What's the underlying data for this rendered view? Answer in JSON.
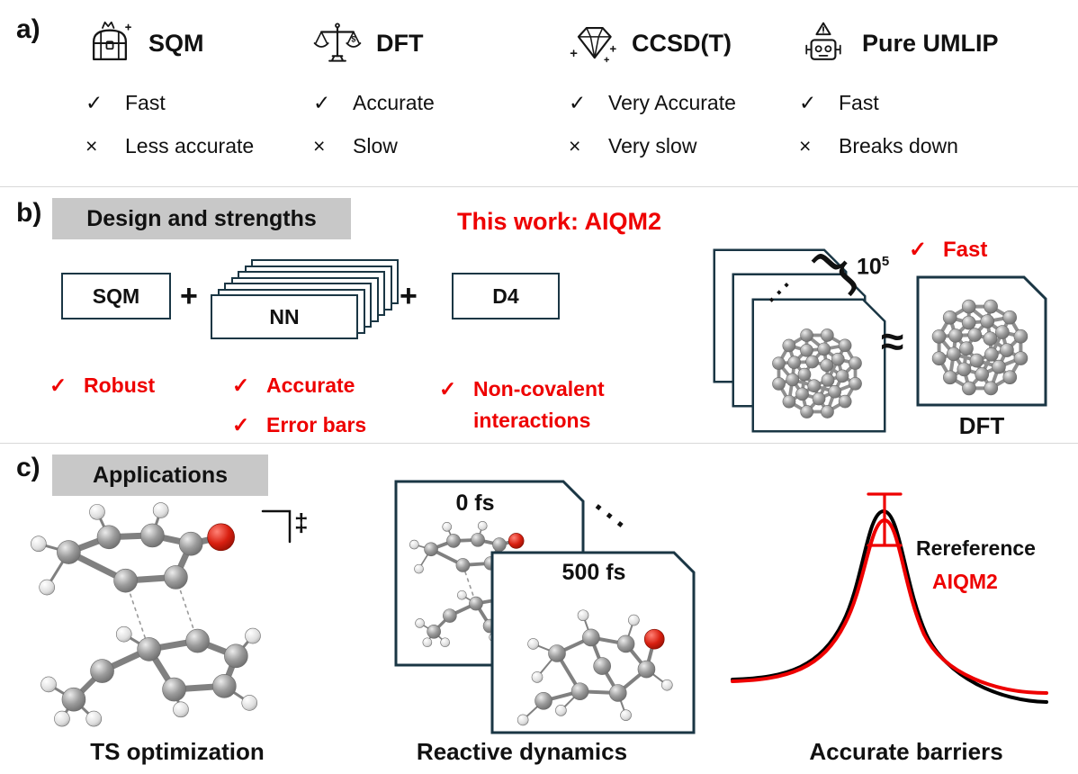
{
  "colors": {
    "accent_red": "#ee0000",
    "card_navy": "#1a3644",
    "header_gray": "#c8c8c8"
  },
  "section_a": {
    "label": "a)",
    "check": "✓",
    "cross": "×",
    "methods": [
      {
        "name": "SQM",
        "icon": "treasure-chest-icon",
        "pro": "Fast",
        "con": "Less accurate"
      },
      {
        "name": "DFT",
        "icon": "balance-scale-icon",
        "pro": "Accurate",
        "con": "Slow"
      },
      {
        "name": "CCSD(T)",
        "icon": "diamond-icon",
        "pro": "Very Accurate",
        "con": "Very slow"
      },
      {
        "name": "Pure UMLIP",
        "icon": "robot-warning-icon",
        "pro": "Fast",
        "con": "Breaks down"
      }
    ]
  },
  "section_b": {
    "label": "b)",
    "header": "Design and strengths",
    "this_work": "This work: AIQM2",
    "plus": "+",
    "check": "✓",
    "components": {
      "sqm": "SQM",
      "nn": "NN",
      "d4": "D4"
    },
    "strengths": {
      "robust": "Robust",
      "accurate": "Accurate",
      "error_bars": "Error bars",
      "noncovalent": "Non-covalent interactions"
    },
    "scale": {
      "count_base": "10",
      "count_exp": "5",
      "brace": "}",
      "dots": "···",
      "approx": "≈",
      "fast": "Fast",
      "dft": "DFT"
    }
  },
  "section_c": {
    "label": "c)",
    "header": "Applications",
    "ts": {
      "caption": "TS optimization",
      "dagger": "‡"
    },
    "dynamics": {
      "caption": "Reactive dynamics",
      "frame1_label": "0 fs",
      "frame2_label": "500 fs",
      "dots": "···"
    },
    "barriers": {
      "caption": "Accurate barriers",
      "legend_reference": "Rereference",
      "legend_aiqm2": "AIQM2"
    }
  }
}
